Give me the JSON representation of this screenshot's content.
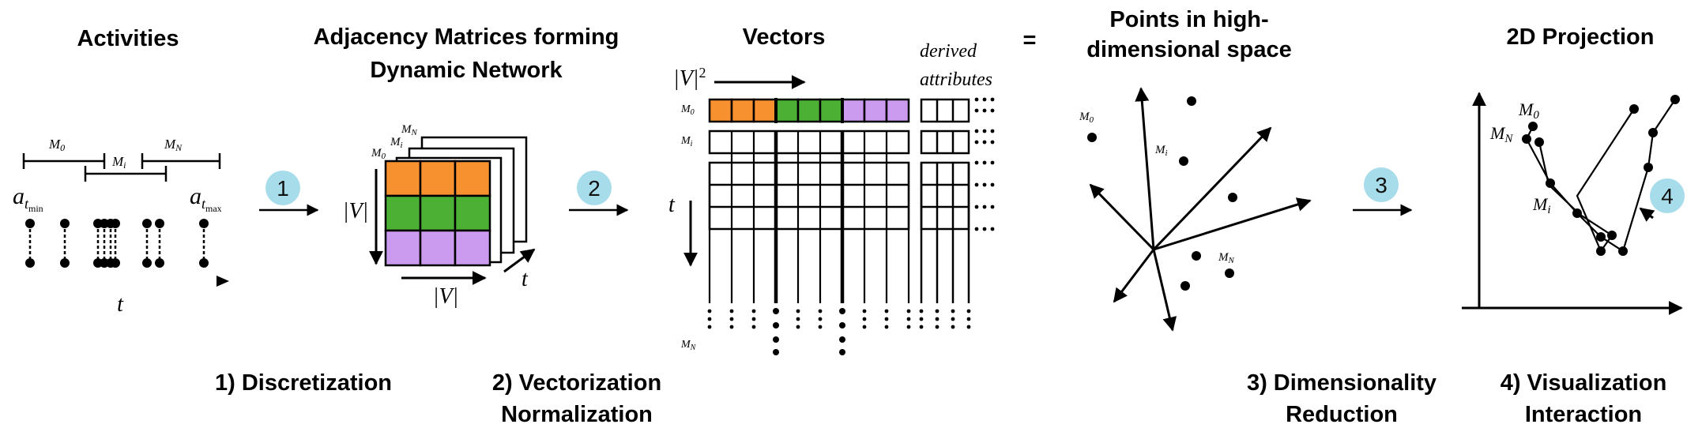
{
  "headings": {
    "activities": "Activities",
    "adjacency_line1": "Adjacency Matrices forming",
    "adjacency_line2": "Dynamic Network",
    "vectors": "Vectors",
    "equals": "=",
    "points_line1": "Points in high-",
    "points_line2": "dimensional space",
    "projection": "2D Projection"
  },
  "derived_line1": "derived",
  "derived_line2": "attributes",
  "steps": [
    {
      "badge": "1",
      "label_line1": "1) Discretization",
      "label_line2": ""
    },
    {
      "badge": "2",
      "label_line1": "2) Vectorization",
      "label_line2": "Normalization"
    },
    {
      "badge": "3",
      "label_line1": "3) Dimensionality",
      "label_line2": "Reduction"
    },
    {
      "badge": "4",
      "label_line1": "4) Visualization",
      "label_line2": "Interaction"
    }
  ],
  "symbols": {
    "m0": "M",
    "m0_sub": "0",
    "mi": "M",
    "mi_sub": "i",
    "mn": "M",
    "mn_sub": "N",
    "a": "a",
    "a_sub_t": "t",
    "tmin": "min",
    "tmax": "max",
    "t": "t",
    "v_abs": "|V|",
    "v_sq_sup": "2"
  },
  "colors": {
    "orange": "#F7902F",
    "green": "#4CB035",
    "purple": "#CB9BEF",
    "badge": "#A7DDEB"
  }
}
